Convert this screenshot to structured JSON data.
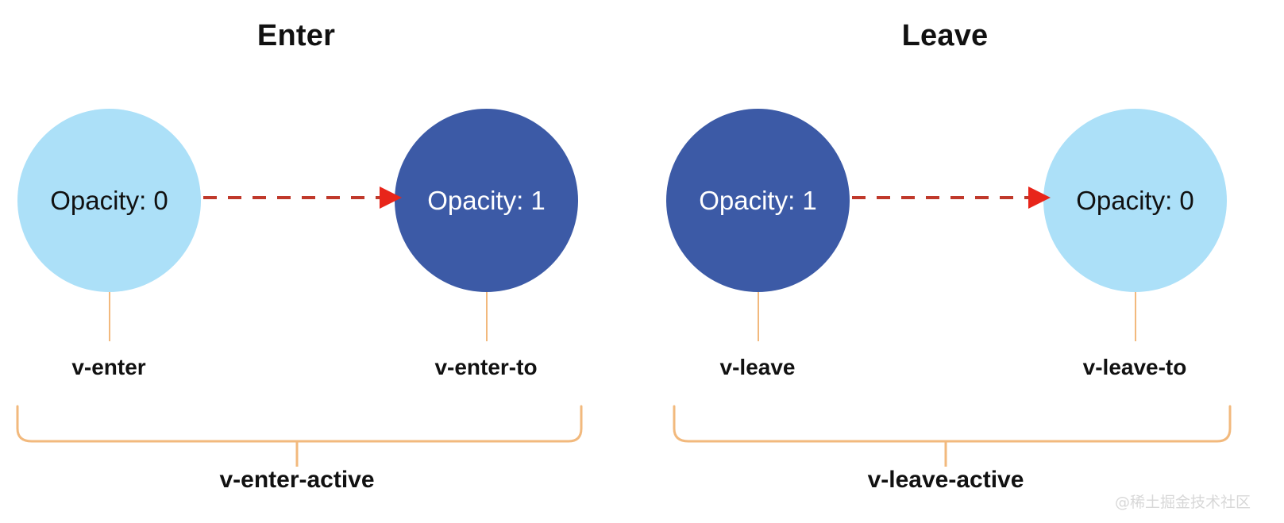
{
  "diagram": {
    "title_left": "Enter",
    "title_right": "Leave",
    "watermark": "@稀土掘金技术社区",
    "colors": {
      "light_circle": "#ace0f8",
      "dark_circle": "#3c5aa6",
      "arrow_dash": "#c0392b",
      "arrow_head": "#e8251a",
      "bracket": "#f2b97d",
      "connector": "#f2b97d",
      "text_dark": "#111111",
      "text_light": "#ffffff",
      "background": "#ffffff"
    }
  },
  "panels": [
    {
      "id": "enter",
      "title": "Enter",
      "active_label": "v-enter-active",
      "nodes": [
        {
          "value_text": "Opacity: 0",
          "state_label": "v-enter",
          "fill": "light"
        },
        {
          "value_text": "Opacity: 1",
          "state_label": "v-enter-to",
          "fill": "dark"
        }
      ]
    },
    {
      "id": "leave",
      "title": "Leave",
      "active_label": "v-leave-active",
      "nodes": [
        {
          "value_text": "Opacity: 1",
          "state_label": "v-leave",
          "fill": "dark"
        },
        {
          "value_text": "Opacity: 0",
          "state_label": "v-leave-to",
          "fill": "light"
        }
      ]
    }
  ]
}
